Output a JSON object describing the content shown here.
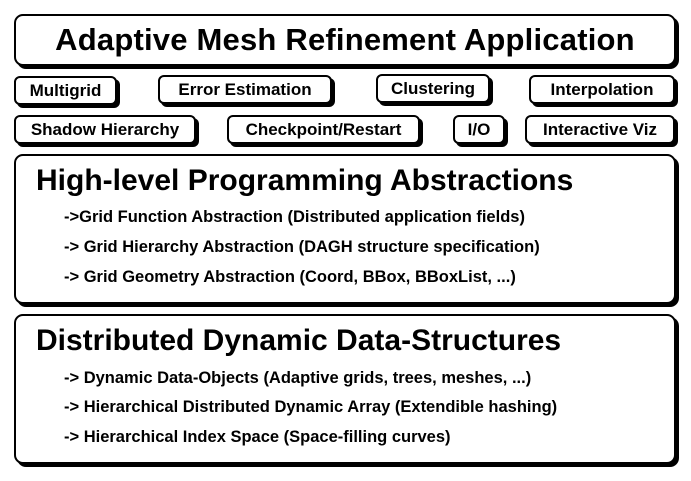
{
  "title": "Adaptive Mesh Refinement Application",
  "modules": {
    "multigrid": "Multigrid",
    "error_estimation": "Error Estimation",
    "clustering": "Clustering",
    "interpolation": "Interpolation",
    "shadow_hierarchy": "Shadow Hierarchy",
    "checkpoint_restart": "Checkpoint/Restart",
    "io": "I/O",
    "interactive_viz": "Interactive Viz"
  },
  "high_level": {
    "title": "High-level Programming Abstractions",
    "items": [
      "->Grid Function Abstraction (Distributed application fields)",
      "-> Grid Hierarchy Abstraction (DAGH structure specification)",
      "-> Grid Geometry Abstraction (Coord, BBox, BBoxList, ...)"
    ]
  },
  "data_structures": {
    "title": "Distributed Dynamic Data-Structures",
    "items": [
      "-> Dynamic  Data-Objects (Adaptive grids, trees, meshes, ...)",
      "-> Hierarchical Distributed Dynamic Array (Extendible hashing)",
      "-> Hierarchical Index Space (Space-filling curves)"
    ]
  }
}
